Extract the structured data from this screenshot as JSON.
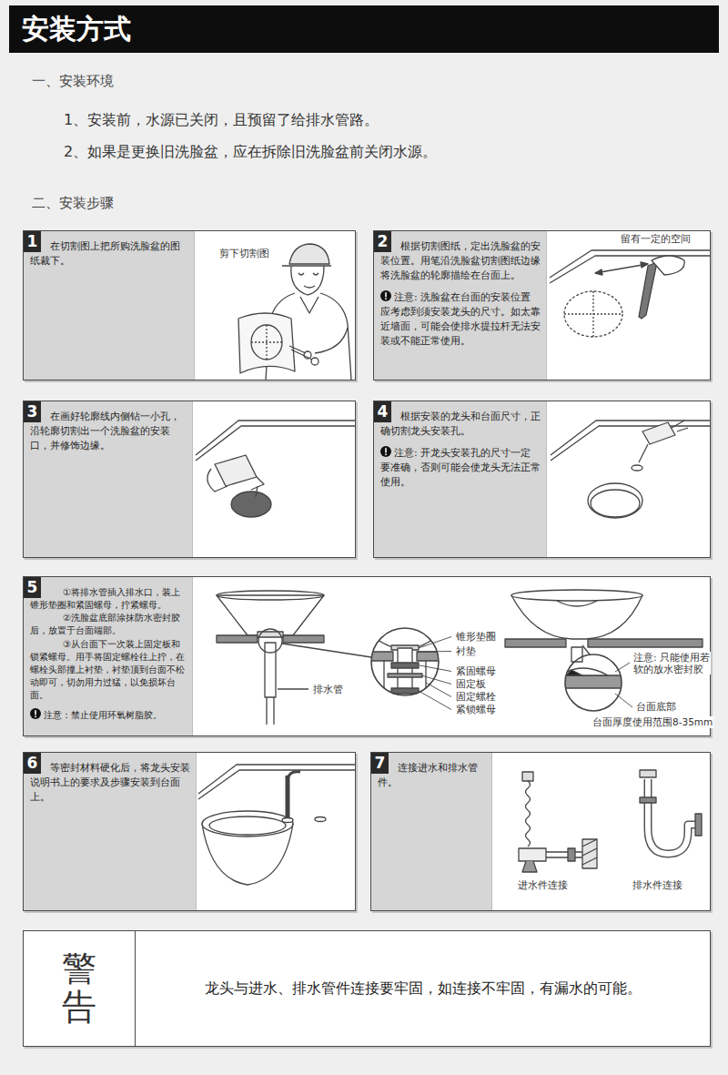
{
  "diagram": {
    "title": "安装方式",
    "nodes": [
      {
        "text": [
          "1",
          "在切割图上把所购洗脸盆的图纸裁下。"
        ]
      },
      {
        "text": [
          "2",
          "根据切割图纸，定出洗脸盆的安装位置。用笔沿洗脸盆切割图纸边缘将洗脸盆的轮廓描绘在台面上。",
          "注意: 洗脸盆在台面的安装位置应考虑到须安装龙头的尺寸。如太靠近墙面，可能会使排水提拉杆无法安装或不能正常使用。"
        ]
      },
      {
        "text": [
          "3",
          "在画好轮廓线内侧钻一小孔，沿轮廓切割出一个洗脸盆的安装口，并修饰边缘。"
        ]
      },
      {
        "text": [
          "4",
          "根据安装的龙头和台面尺寸，正确切割龙头安装孔。",
          "注意: 开龙头安装孔的尺寸一定要准确，否则可能会使龙头无法正常使用。"
        ]
      },
      {
        "text": [
          "5",
          "①将排水管插入排水口，装上锥形垫圈和紧固螺母，拧紧螺母。",
          "②洗脸盆底部涂抹防水密封胶后，放置于台面端部。",
          "③从台面下一次装上固定板和锁紧螺母。用手将固定螺栓往上拧，在螺栓头部撞上衬垫，衬垫顶到台面不松动即可，切勿用力过猛，以免损坏台面。",
          "注意：禁止使用环氧树脂胶。"
        ]
      },
      {
        "text": [
          "6",
          "等密封材料硬化后，将龙头安装说明书上的要求及步骤安装到台面上。"
        ]
      },
      {
        "text": [
          "7",
          "连接进水和排水管件。"
        ]
      },
      {
        "text": [
          "警告",
          "龙头与进水、排水管件连接要牢固，如连接不牢固，有漏水的可能。"
        ]
      }
    ],
    "labels": [
      "一、安装环境",
      "1、安装前，水源已关闭，且预留了给排水管路。",
      "2、如果是更换旧洗脸盆，应在拆除旧洗脸盆前关闭水源。",
      "二、安装步骤",
      "剪下切割图",
      "留有一定的空间",
      "锥形垫圈",
      "衬垫",
      "紧固螺母",
      "固定板",
      "固定螺栓",
      "紧锁螺母",
      "排水管",
      "注意: 只能使用若软的放水密封胶",
      "台面底部",
      "台面厚度使用范围8-35mm",
      "进水件连接",
      "排水件连接"
    ]
  }
}
